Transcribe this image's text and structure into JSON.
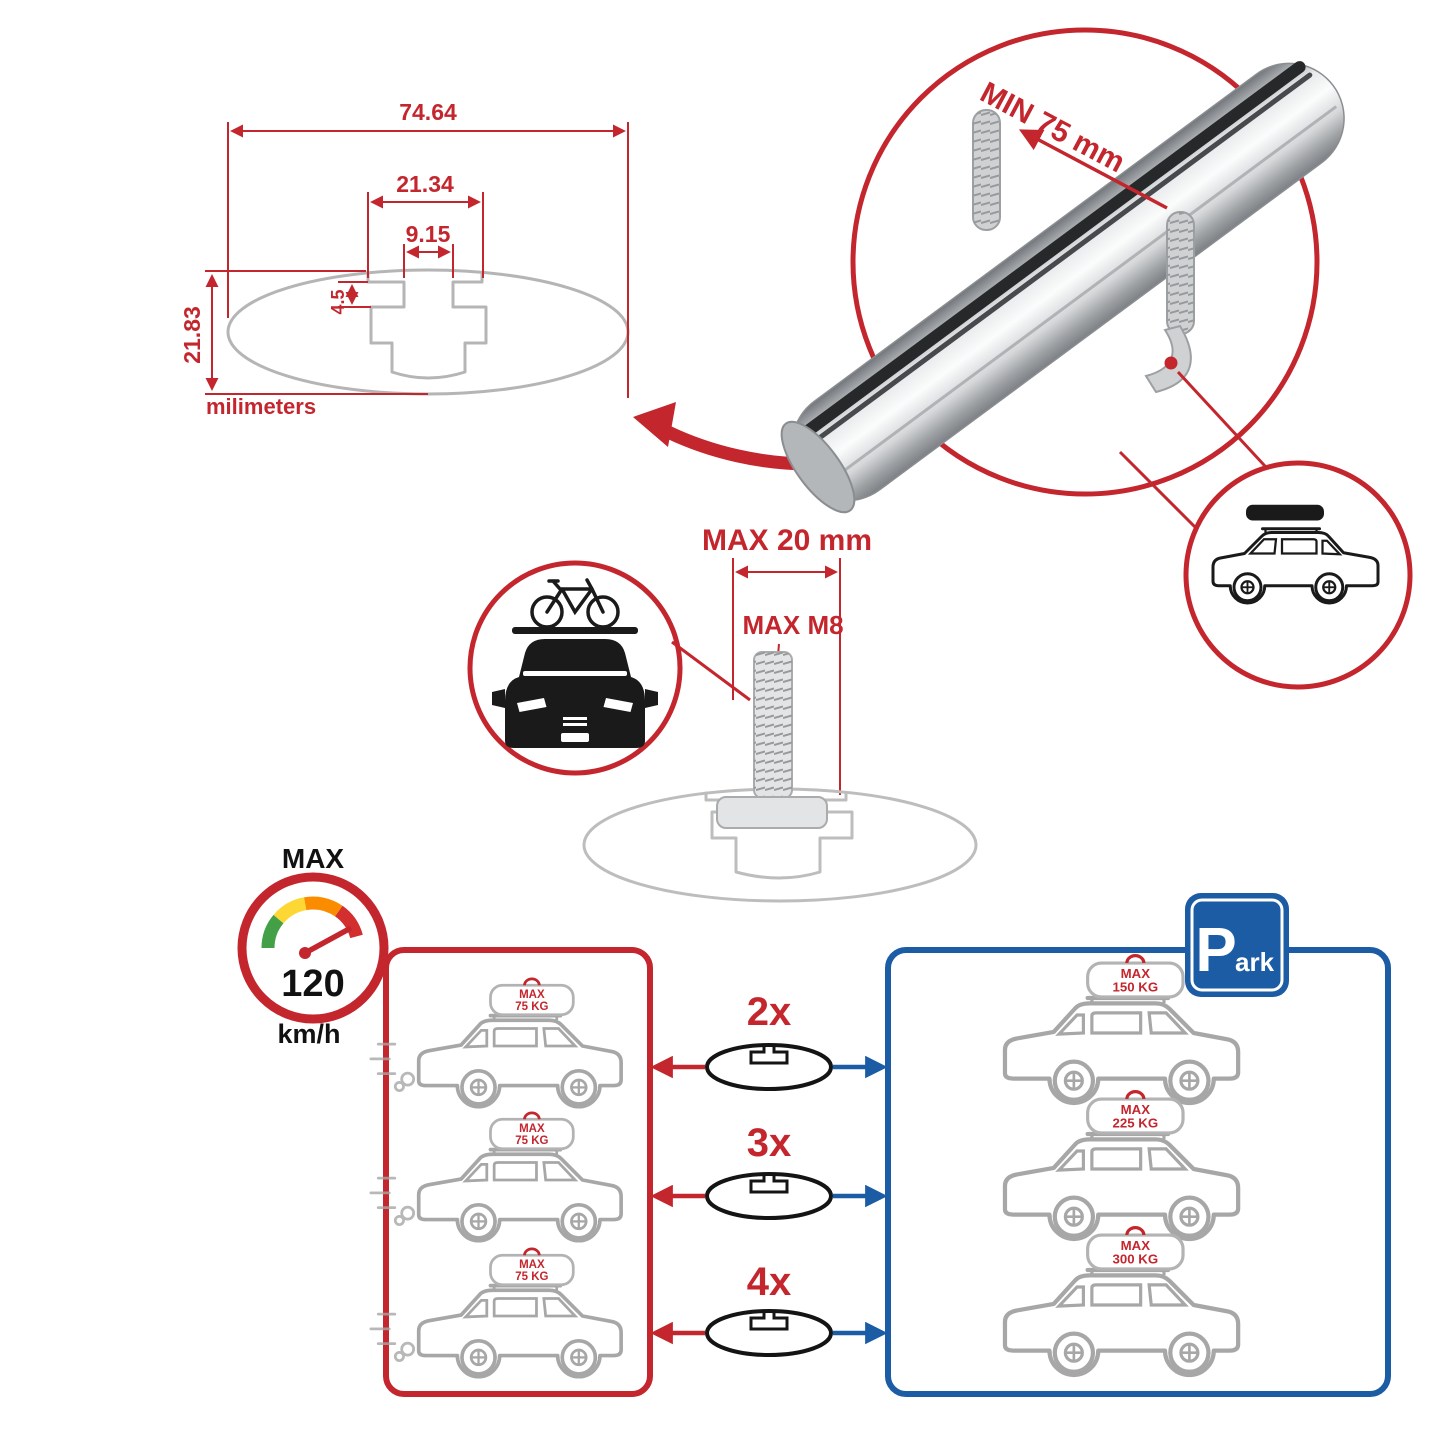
{
  "colors": {
    "accent_red": "#c4262e",
    "accent_blue": "#1b5ca4",
    "drawing_gray": "#b5b5b5",
    "dark": "#1a1a1a",
    "gauge_segments": [
      "#43a047",
      "#fdd835",
      "#fb8c00",
      "#d32f2f"
    ]
  },
  "technical_drawing": {
    "width_total": "74.64",
    "channel_width": "21.34",
    "opening_width": "9.15",
    "opening_depth": "4.5",
    "height_total": "21.83",
    "units": "milimeters"
  },
  "crossbar_detail": {
    "min_clamp": "MIN 75 mm"
  },
  "bolt_detail": {
    "max_length": "MAX 20 mm",
    "max_thread": "MAX M8"
  },
  "speed_limit": {
    "label": "MAX",
    "value": "120",
    "unit": "km/h"
  },
  "park_sign": {
    "letter": "P",
    "suffix": "ark"
  },
  "comparison": {
    "rows": [
      {
        "multiplier": "2x",
        "left_label": "MAX",
        "left_value": "75 KG",
        "right_label": "MAX",
        "right_value": "150 KG"
      },
      {
        "multiplier": "3x",
        "left_label": "MAX",
        "left_value": "75 KG",
        "right_label": "MAX",
        "right_value": "225 KG"
      },
      {
        "multiplier": "4x",
        "left_label": "MAX",
        "left_value": "75 KG",
        "right_label": "MAX",
        "right_value": "300 KG"
      }
    ]
  }
}
